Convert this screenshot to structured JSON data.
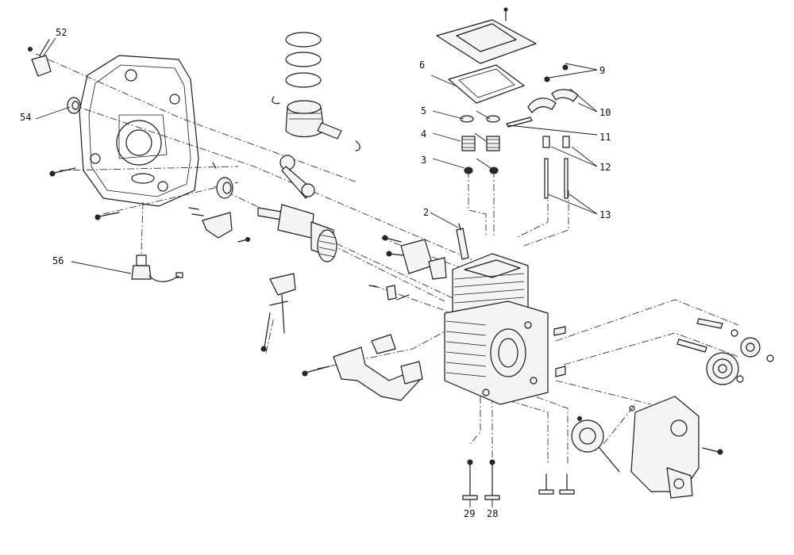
{
  "callouts": [
    {
      "id": "c2",
      "text": "2"
    },
    {
      "id": "c3",
      "text": "3"
    },
    {
      "id": "c4",
      "text": "4"
    },
    {
      "id": "c5",
      "text": "5"
    },
    {
      "id": "c6",
      "text": "6"
    },
    {
      "id": "c9",
      "text": "9"
    },
    {
      "id": "c10",
      "text": "10"
    },
    {
      "id": "c11",
      "text": "11"
    },
    {
      "id": "c12",
      "text": "12"
    },
    {
      "id": "c13",
      "text": "13"
    },
    {
      "id": "c28",
      "text": "28"
    },
    {
      "id": "c29",
      "text": "29"
    },
    {
      "id": "c52",
      "text": "52"
    },
    {
      "id": "c54",
      "text": "54"
    },
    {
      "id": "c56",
      "text": "56"
    }
  ],
  "colors": {
    "line": "#1a1a1a",
    "background": "#ffffff"
  }
}
